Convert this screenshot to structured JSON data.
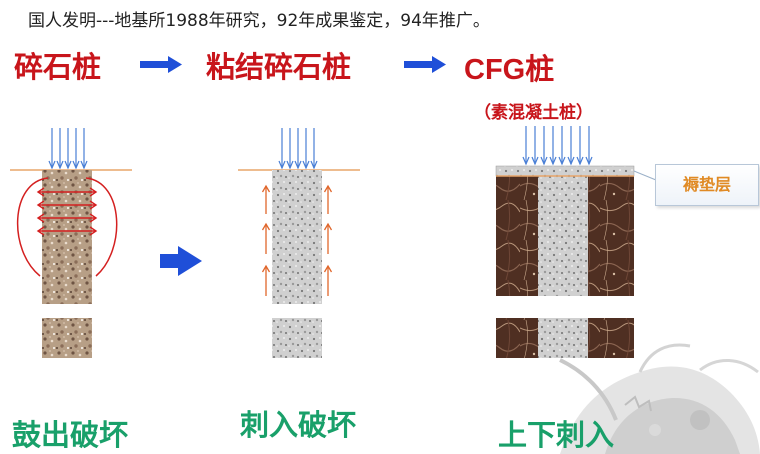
{
  "intro": "国人发明---地基所1988年研究，92年成果鉴定，94年推广。",
  "stages": [
    {
      "label": "碎石桩"
    },
    {
      "label": "粘结碎石桩"
    },
    {
      "label": "CFG桩"
    }
  ],
  "cfg_subtitle": "（素混凝土桩）",
  "cushion_label": "褥垫层",
  "captions": [
    "鼓出破坏",
    "刺入破坏",
    "上下刺入"
  ],
  "colors": {
    "title_red": "#c8151b",
    "caption_green": "#19a06a",
    "arrow_blue": "#1f4fd8",
    "load_arrow": "#4a7fd6",
    "bulge_red": "#d42020",
    "ground_line": "#e8a66a",
    "soil_dark": "#5b3626",
    "cushion_text": "#e08a24"
  },
  "icons": [
    "flow-arrow-icon",
    "load-arrow-icon",
    "bulge-arrow-icon",
    "upward-arrow-icon",
    "block-arrow-icon",
    "dragon-decoration-icon"
  ]
}
